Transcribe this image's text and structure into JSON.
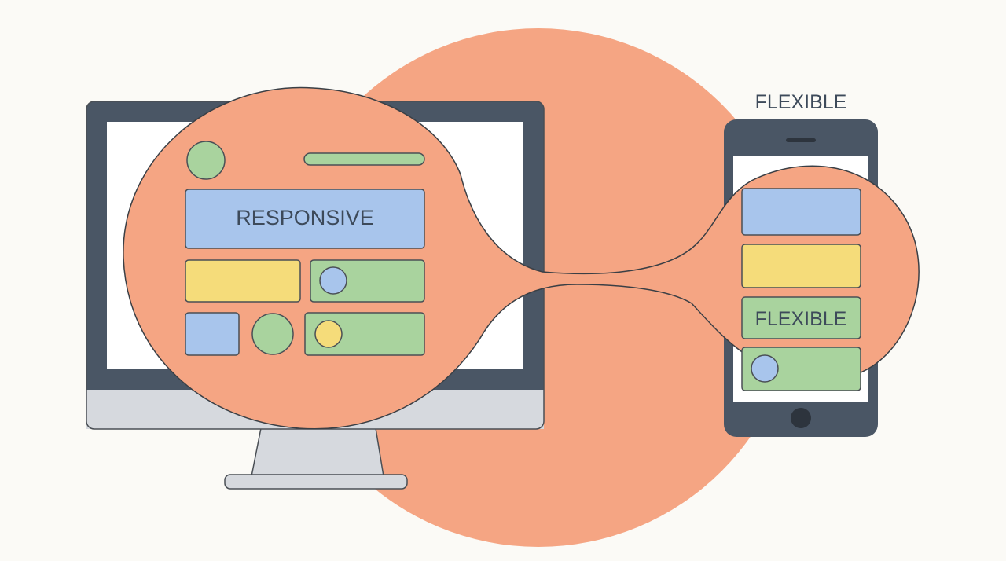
{
  "labels": {
    "desktop_card": "RESPONSIVE",
    "phone_title": "FLEXIBLE",
    "phone_card": "FLEXIBLE"
  },
  "colors": {
    "background": "#fbfaf6",
    "accent_orange": "#f5a583",
    "device_frame": "#4a5665",
    "screen": "#ffffff",
    "stand": "#d6d9de",
    "card_blue": "#a8c5ec",
    "card_yellow": "#f5dc7a",
    "card_green": "#a9d39e",
    "outline": "#4a4f55"
  },
  "icons": {
    "desktop": "desktop-monitor-icon",
    "phone": "smartphone-icon"
  }
}
